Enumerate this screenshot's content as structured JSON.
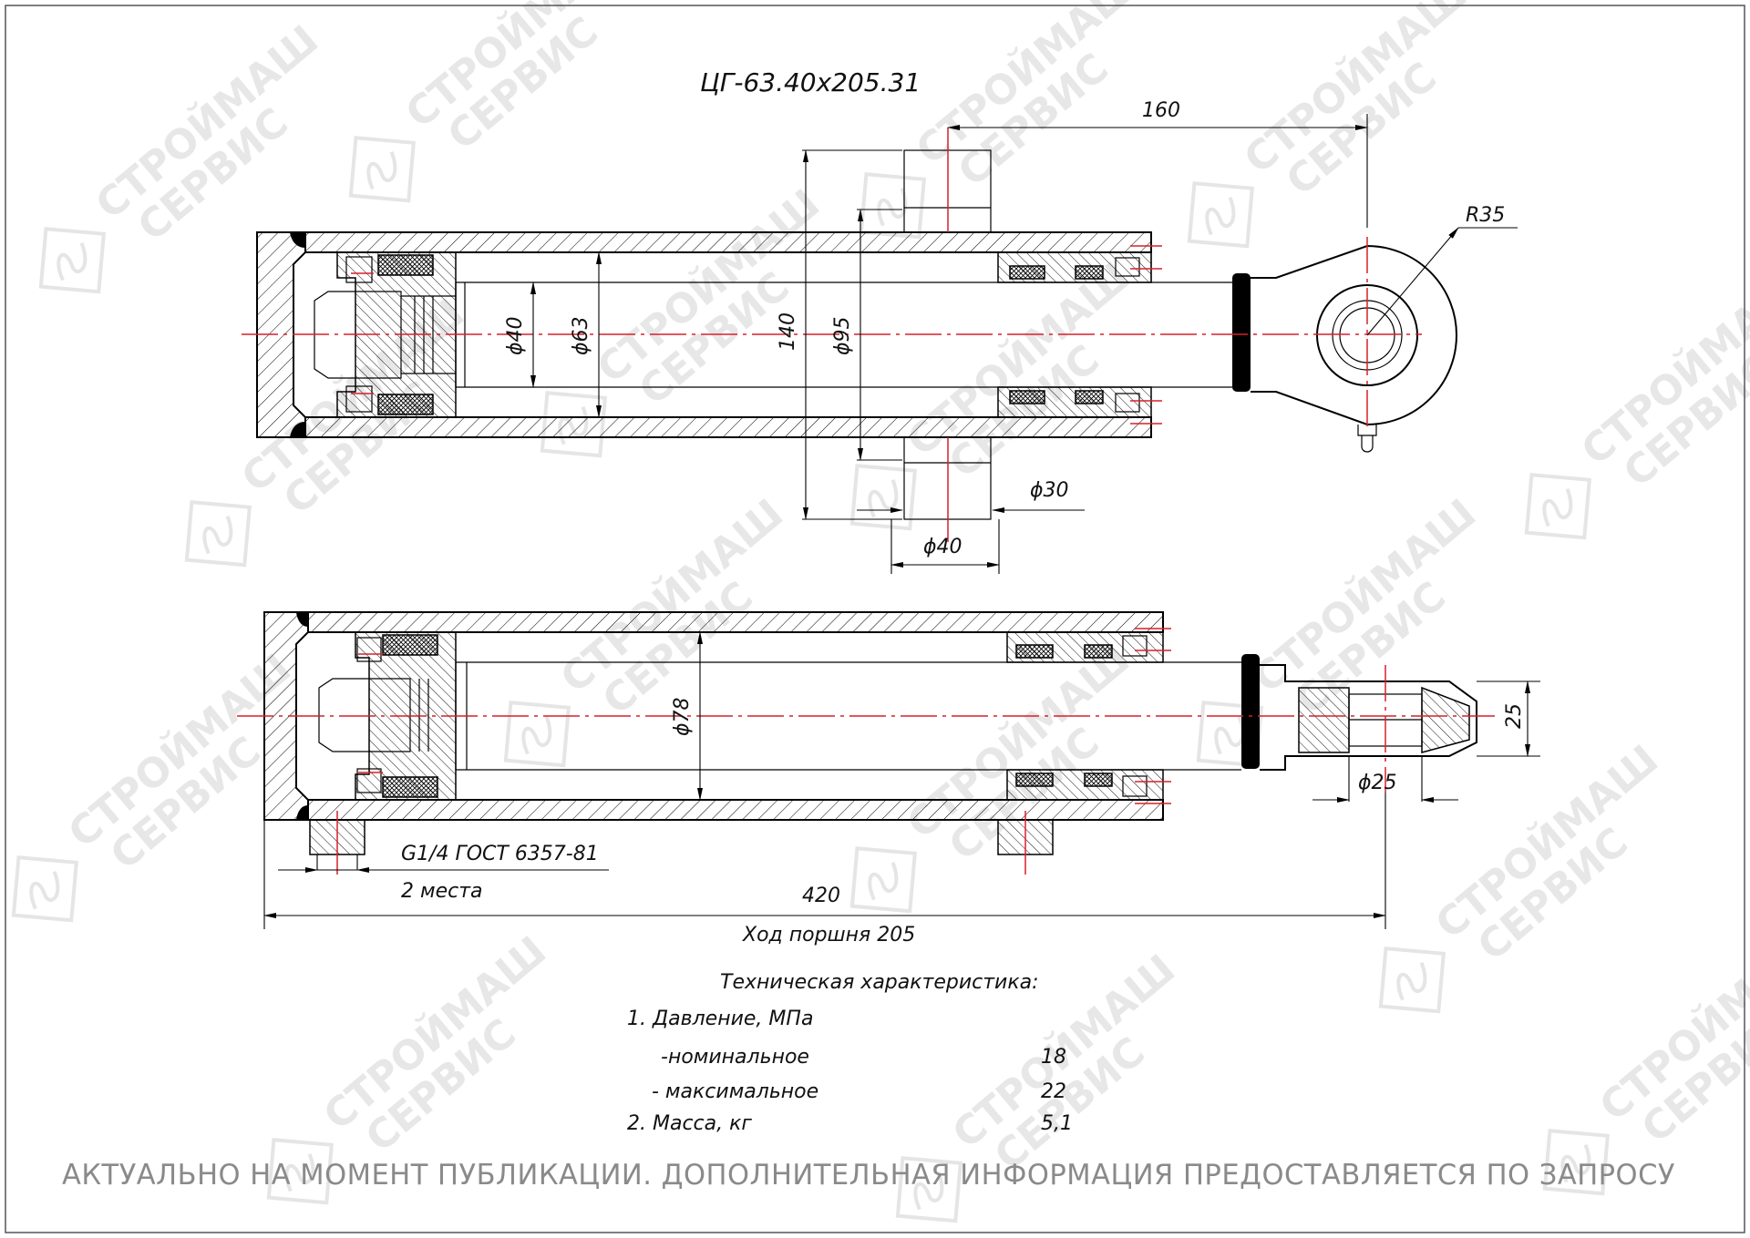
{
  "title": "ЦГ-63.40х205.31",
  "watermark": {
    "line1": "СТРОЙМАШ",
    "line2": "СЕРВИС"
  },
  "top_view_dims": {
    "d_rod": "ϕ40",
    "d_piston": "ϕ63",
    "mount_height": "140",
    "d_outer": "ϕ95",
    "eye_offset": "160",
    "eye_radius": "R35",
    "trunnion_d30": "ϕ30",
    "trunnion_d40": "ϕ40"
  },
  "bottom_view_dims": {
    "d_inner": "ϕ78",
    "eye_width": "25",
    "eye_bore": "ϕ25",
    "port_thread": "G1/4 ГОСТ 6357-81",
    "port_count": "2 места",
    "length": "420",
    "stroke": "Ход поршня 205"
  },
  "specs": {
    "heading": "Техническая характеристика:",
    "pressure_label": "1. Давление, МПа",
    "nominal_label": "-номинальное",
    "nominal_value": "18",
    "max_label": "- максимальное",
    "max_value": "22",
    "mass_label": "2. Масса, кг",
    "mass_value": "5,1"
  },
  "footer": "АКТУАЛЬНО НА МОМЕНТ ПУБЛИКАЦИИ. ДОПОЛНИТЕЛЬНАЯ ИНФОРМАЦИЯ ПРЕДОСТАВЛЯЕТСЯ ПО ЗАПРОСУ",
  "colors": {
    "axis": "#d6202a",
    "line": "#000000",
    "footer": "#8a8a8a",
    "watermark": "#e7e7e7"
  }
}
